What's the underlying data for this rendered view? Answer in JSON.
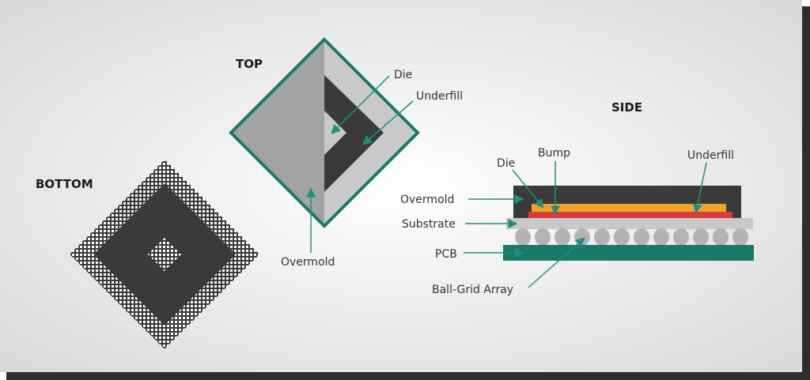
{
  "colors": {
    "background_center": "#ffffff",
    "background_edge": "#d9d9d9",
    "frame_shadow": "#2e2e2e",
    "dark": "#3a3a3a",
    "light_gray": "#c9c9c9",
    "mid_gray": "#a3a3a3",
    "teal": "#1a7a6a",
    "arrow": "#1f8f7e",
    "die_orange": "#f2a42a",
    "bump_red": "#d83c3c",
    "ball_gray": "#b3b3b3",
    "text": "#333333"
  },
  "views": {
    "top": {
      "title": "TOP"
    },
    "bottom": {
      "title": "BOTTOM"
    },
    "side": {
      "title": "SIDE"
    }
  },
  "labels": {
    "top_die": "Die",
    "top_underfill": "Underfill",
    "top_overmold": "Overmold",
    "side_die": "Die",
    "side_bump": "Bump",
    "side_underfill": "Underfill",
    "side_overmold": "Overmold",
    "side_substrate": "Substrate",
    "side_pcb": "PCB",
    "side_bga": "Ball-Grid Array"
  }
}
